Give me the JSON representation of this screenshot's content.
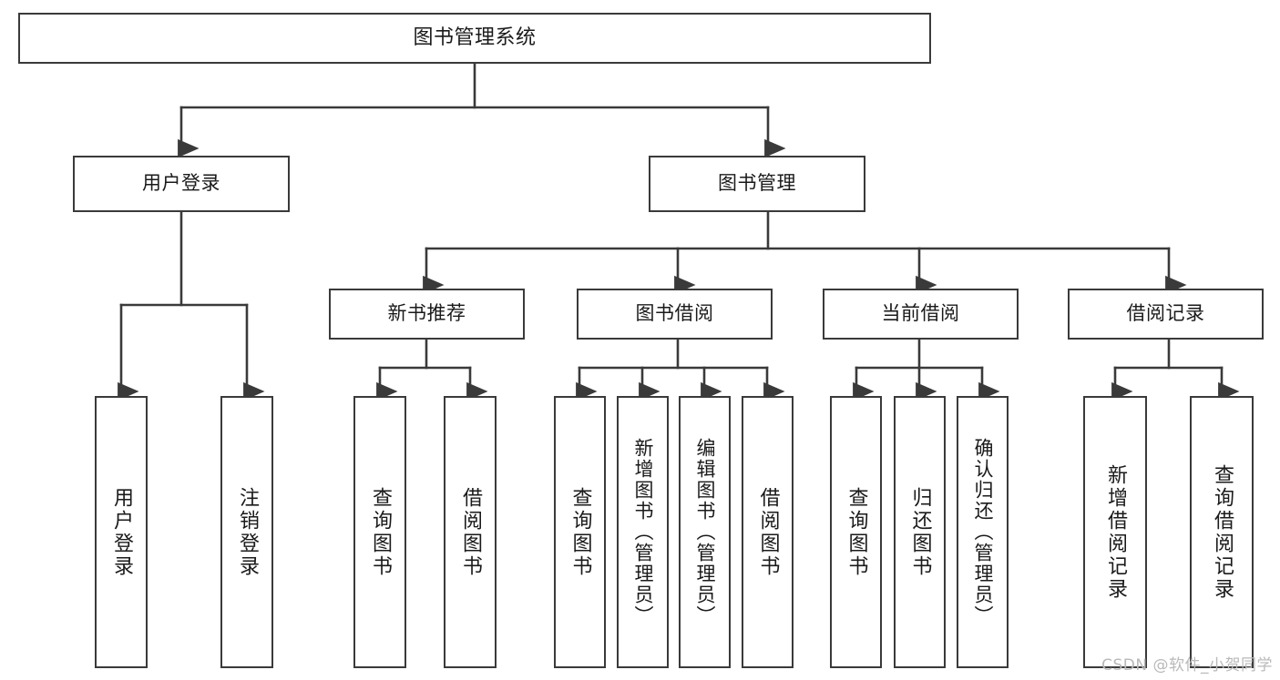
{
  "diagram": {
    "type": "tree-hierarchy",
    "title": "图书管理系统",
    "colors": {
      "box_border": "#3a3a3a",
      "box_fill": "#ffffff",
      "edge": "#3a3a3a",
      "text": "#1a1a1a",
      "watermark": "#b9b9b9",
      "background": "#ffffff"
    },
    "root": {
      "label": "图书管理系统"
    },
    "level1": [
      {
        "label": "用户登录"
      },
      {
        "label": "图书管理"
      }
    ],
    "level2": [
      {
        "label": "新书推荐"
      },
      {
        "label": "图书借阅"
      },
      {
        "label": "当前借阅"
      },
      {
        "label": "借阅记录"
      }
    ],
    "leaves": {
      "user_login": [
        {
          "label": "用户登录"
        },
        {
          "label": "注销登录"
        }
      ],
      "new_book": [
        {
          "label": "查询图书"
        },
        {
          "label": "借阅图书"
        }
      ],
      "book_borrow": [
        {
          "label": "查询图书"
        },
        {
          "label": "新增图书（管理员）"
        },
        {
          "label": "编辑图书（管理员）"
        },
        {
          "label": "借阅图书"
        }
      ],
      "current_borrow": [
        {
          "label": "查询图书"
        },
        {
          "label": "归还图书"
        },
        {
          "label": "确认归还（管理员）"
        }
      ],
      "borrow_record": [
        {
          "label": "新增借阅记录"
        },
        {
          "label": "查询借阅记录"
        }
      ]
    }
  },
  "watermark": {
    "text": "CSDN @软件_小贺同学"
  }
}
